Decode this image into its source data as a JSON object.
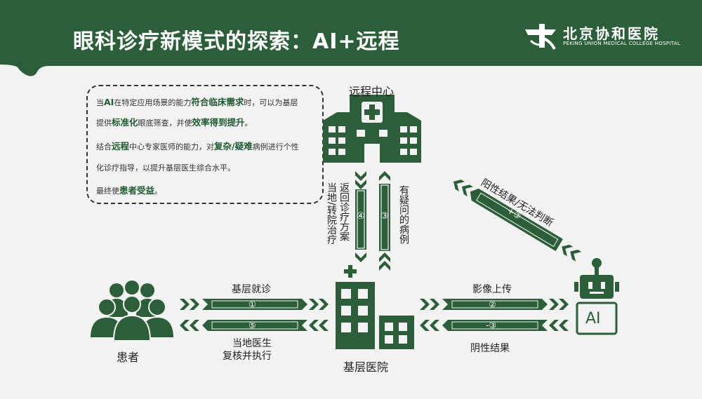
{
  "header": {
    "title": "眼科诊疗新模式的探索：AI+远程",
    "logo_cn": "北京协和医院",
    "logo_en": "PEKING UNION MEDICAL COLLEGE HOSPITAL"
  },
  "colors": {
    "primary_green": "#2d5e3a",
    "dark_green": "#1f5a32",
    "background": "#f2f2f2"
  },
  "infobox": {
    "line1": {
      "a": "当",
      "b1": "AI",
      "c": "在特定应用场景的能力",
      "b2": "符合临床需求",
      "d": "时，可以为基层"
    },
    "line2": {
      "a": "提供",
      "b1": "标准化",
      "c": "眼底筛查，并使",
      "b2": "效率得到提升",
      "d": "。"
    },
    "line3": {
      "a": "结合",
      "b1": "远程",
      "c": "中心专家医师的能力，对",
      "b2": "复杂/疑难",
      "d": "病例进行个性"
    },
    "line4": {
      "a": "化诊疗指导，以提升基层医生综合水平。"
    },
    "line5": {
      "a": "最终使",
      "b1": "患者受益",
      "c": "。"
    }
  },
  "nodes": {
    "remote_center": "远程中心",
    "patients": "患者",
    "primary_hospital": "基层医院",
    "ai": "AI"
  },
  "flows": {
    "visit": {
      "label": "基层就诊",
      "step": "①"
    },
    "review": {
      "label1": "当地医生",
      "label2": "复核并执行",
      "step": "⑤"
    },
    "upload": {
      "label": "影像上传",
      "step": "②"
    },
    "negative": {
      "label": "阴性结果",
      "step": "-③"
    },
    "positive": {
      "label": "阳性结果/无法判断",
      "step": "+③"
    },
    "referral": {
      "label": "有疑问的病例",
      "step": "③"
    },
    "return": {
      "label1": "返回诊疗方案",
      "label2": "当地/转院治疗",
      "step": "④"
    }
  }
}
